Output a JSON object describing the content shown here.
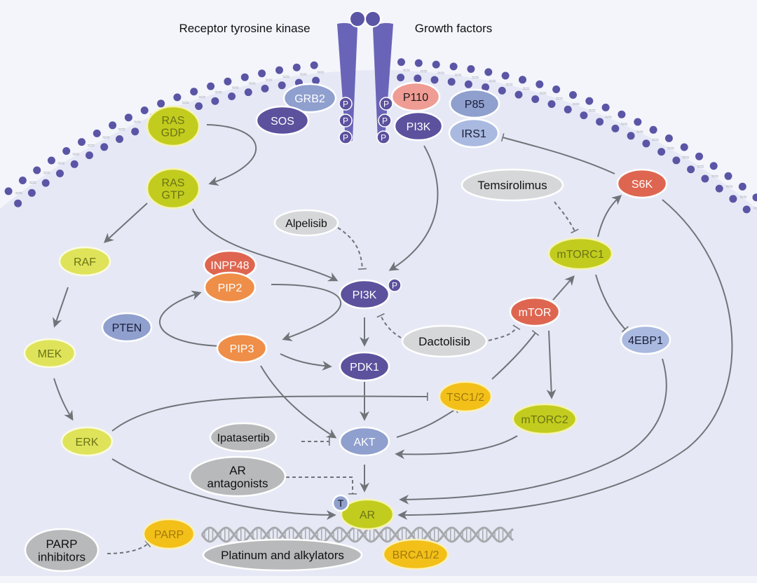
{
  "title_labels": {
    "receptor": "Receptor tyrosine kinase",
    "growth_factors": "Growth factors"
  },
  "colors": {
    "background_outer": "#f3f5fb",
    "cytoplasm": "#e6e9f5",
    "membrane_dot": "#5b55a6",
    "receptor": "#6a64b8",
    "arrow": "#6f7479",
    "green_node": "#c2cc1e",
    "green_text": "#6b7415",
    "pale_green_node": "#dfe35a",
    "purple_node": "#5b519d",
    "lavender_node": "#8f9fce",
    "light_lavender_node": "#aab9e0",
    "salmon_node": "#ef9c94",
    "red_node": "#de6651",
    "orange_node": "#ee8e48",
    "yellow_node": "#f2c019",
    "yellow_text": "#a3780b",
    "drug_light": "#d6d7d9",
    "drug_dark": "#b8b9bb",
    "dna": "#a7a9ac"
  },
  "nodes": [
    {
      "id": "grb2",
      "label": "GRB2",
      "style": "lavender-white"
    },
    {
      "id": "sos",
      "label": "SOS",
      "style": "purple"
    },
    {
      "id": "p110",
      "label": "P110",
      "style": "salmon"
    },
    {
      "id": "p85",
      "label": "P85",
      "style": "lavender-dark"
    },
    {
      "id": "pi3k_top",
      "label": "PI3K",
      "style": "purple"
    },
    {
      "id": "irs1",
      "label": "IRS1",
      "style": "light-lavender"
    },
    {
      "id": "ras_gdp",
      "label": "RAS\nGDP",
      "style": "green"
    },
    {
      "id": "ras_gtp",
      "label": "RAS\nGTP",
      "style": "green"
    },
    {
      "id": "raf",
      "label": "RAF",
      "style": "pale-green"
    },
    {
      "id": "mek",
      "label": "MEK",
      "style": "pale-green"
    },
    {
      "id": "erk",
      "label": "ERK",
      "style": "pale-green"
    },
    {
      "id": "inpp48",
      "label": "INPP48",
      "style": "red"
    },
    {
      "id": "pip2",
      "label": "PIP2",
      "style": "orange"
    },
    {
      "id": "pip3",
      "label": "PIP3",
      "style": "orange"
    },
    {
      "id": "pten",
      "label": "PTEN",
      "style": "lavender-dark"
    },
    {
      "id": "pi3k",
      "label": "PI3K",
      "style": "purple"
    },
    {
      "id": "pdk1",
      "label": "PDK1",
      "style": "purple"
    },
    {
      "id": "akt",
      "label": "AKT",
      "style": "lavender-white"
    },
    {
      "id": "ar",
      "label": "AR",
      "style": "green"
    },
    {
      "id": "t",
      "label": "T",
      "style": "t-badge"
    },
    {
      "id": "tsc12",
      "label": "TSC1/2",
      "style": "yellow"
    },
    {
      "id": "mtor",
      "label": "mTOR",
      "style": "red"
    },
    {
      "id": "mtorc1",
      "label": "mTORC1",
      "style": "green"
    },
    {
      "id": "mtorc2",
      "label": "mTORC2",
      "style": "green"
    },
    {
      "id": "s6k",
      "label": "S6K",
      "style": "red"
    },
    {
      "id": "4ebp1",
      "label": "4EBP1",
      "style": "light-lavender"
    },
    {
      "id": "parp",
      "label": "PARP",
      "style": "yellow"
    },
    {
      "id": "brca12",
      "label": "BRCA1/2",
      "style": "yellow"
    }
  ],
  "drugs": [
    {
      "id": "alpelisib",
      "label": "Alpelisib",
      "style": "drug-light"
    },
    {
      "id": "temsirolimus",
      "label": "Temsirolimus",
      "style": "drug-light"
    },
    {
      "id": "dactolisib",
      "label": "Dactolisib",
      "style": "drug-light"
    },
    {
      "id": "ipatasertib",
      "label": "Ipatasertib",
      "style": "drug-dark"
    },
    {
      "id": "ar_antagonists",
      "label": "AR\nantagonists",
      "style": "drug-dark"
    },
    {
      "id": "parp_inhibitors",
      "label": "PARP\ninhibitors",
      "style": "drug-dark"
    },
    {
      "id": "platinum",
      "label": "Platinum and alkylators",
      "style": "drug-dark"
    }
  ],
  "phospho_label": "P",
  "edges": [
    {
      "from": "ras_gdp",
      "to": "ras_gtp",
      "type": "activation"
    },
    {
      "from": "ras_gtp",
      "to": "raf",
      "type": "activation"
    },
    {
      "from": "ras_gtp",
      "to": "pi3k",
      "type": "activation"
    },
    {
      "from": "raf",
      "to": "mek",
      "type": "activation"
    },
    {
      "from": "mek",
      "to": "erk",
      "type": "activation"
    },
    {
      "from": "erk",
      "to": "tsc12",
      "type": "inhibition"
    },
    {
      "from": "erk",
      "to": "ar",
      "type": "activation"
    },
    {
      "from": "pi3k_top",
      "to": "pi3k",
      "type": "activation"
    },
    {
      "from": "pip2",
      "to": "pip3",
      "type": "activation"
    },
    {
      "from": "pip3",
      "to": "pip2",
      "type": "activation",
      "via": "pten"
    },
    {
      "from": "pip3",
      "to": "pdk1",
      "type": "activation"
    },
    {
      "from": "pip3",
      "to": "akt",
      "type": "activation"
    },
    {
      "from": "pi3k",
      "to": "pdk1",
      "type": "activation"
    },
    {
      "from": "pdk1",
      "to": "akt",
      "type": "activation"
    },
    {
      "from": "akt",
      "to": "tsc12",
      "type": "inhibition"
    },
    {
      "from": "akt",
      "to": "ar",
      "type": "activation"
    },
    {
      "from": "tsc12",
      "to": "mtor",
      "type": "inhibition"
    },
    {
      "from": "mtor",
      "to": "mtorc1",
      "type": "activation"
    },
    {
      "from": "mtor",
      "to": "mtorc2",
      "type": "activation"
    },
    {
      "from": "mtorc2",
      "to": "akt",
      "type": "activation"
    },
    {
      "from": "mtorc1",
      "to": "s6k",
      "type": "activation"
    },
    {
      "from": "mtorc1",
      "to": "4ebp1",
      "type": "inhibition"
    },
    {
      "from": "s6k",
      "to": "irs1",
      "type": "inhibition"
    },
    {
      "from": "s6k",
      "to": "ar",
      "type": "activation"
    },
    {
      "from": "4ebp1",
      "to": "ar",
      "type": "activation"
    },
    {
      "from": "alpelisib",
      "to": "pi3k",
      "type": "drug-inhibition"
    },
    {
      "from": "temsirolimus",
      "to": "mtorc1",
      "type": "drug-inhibition"
    },
    {
      "from": "dactolisib",
      "to": "pi3k",
      "type": "drug-inhibition"
    },
    {
      "from": "dactolisib",
      "to": "mtor",
      "type": "drug-inhibition"
    },
    {
      "from": "ipatasertib",
      "to": "akt",
      "type": "drug-inhibition"
    },
    {
      "from": "ar_antagonists",
      "to": "ar",
      "type": "drug-inhibition"
    },
    {
      "from": "parp_inhibitors",
      "to": "parp",
      "type": "drug-inhibition"
    }
  ]
}
